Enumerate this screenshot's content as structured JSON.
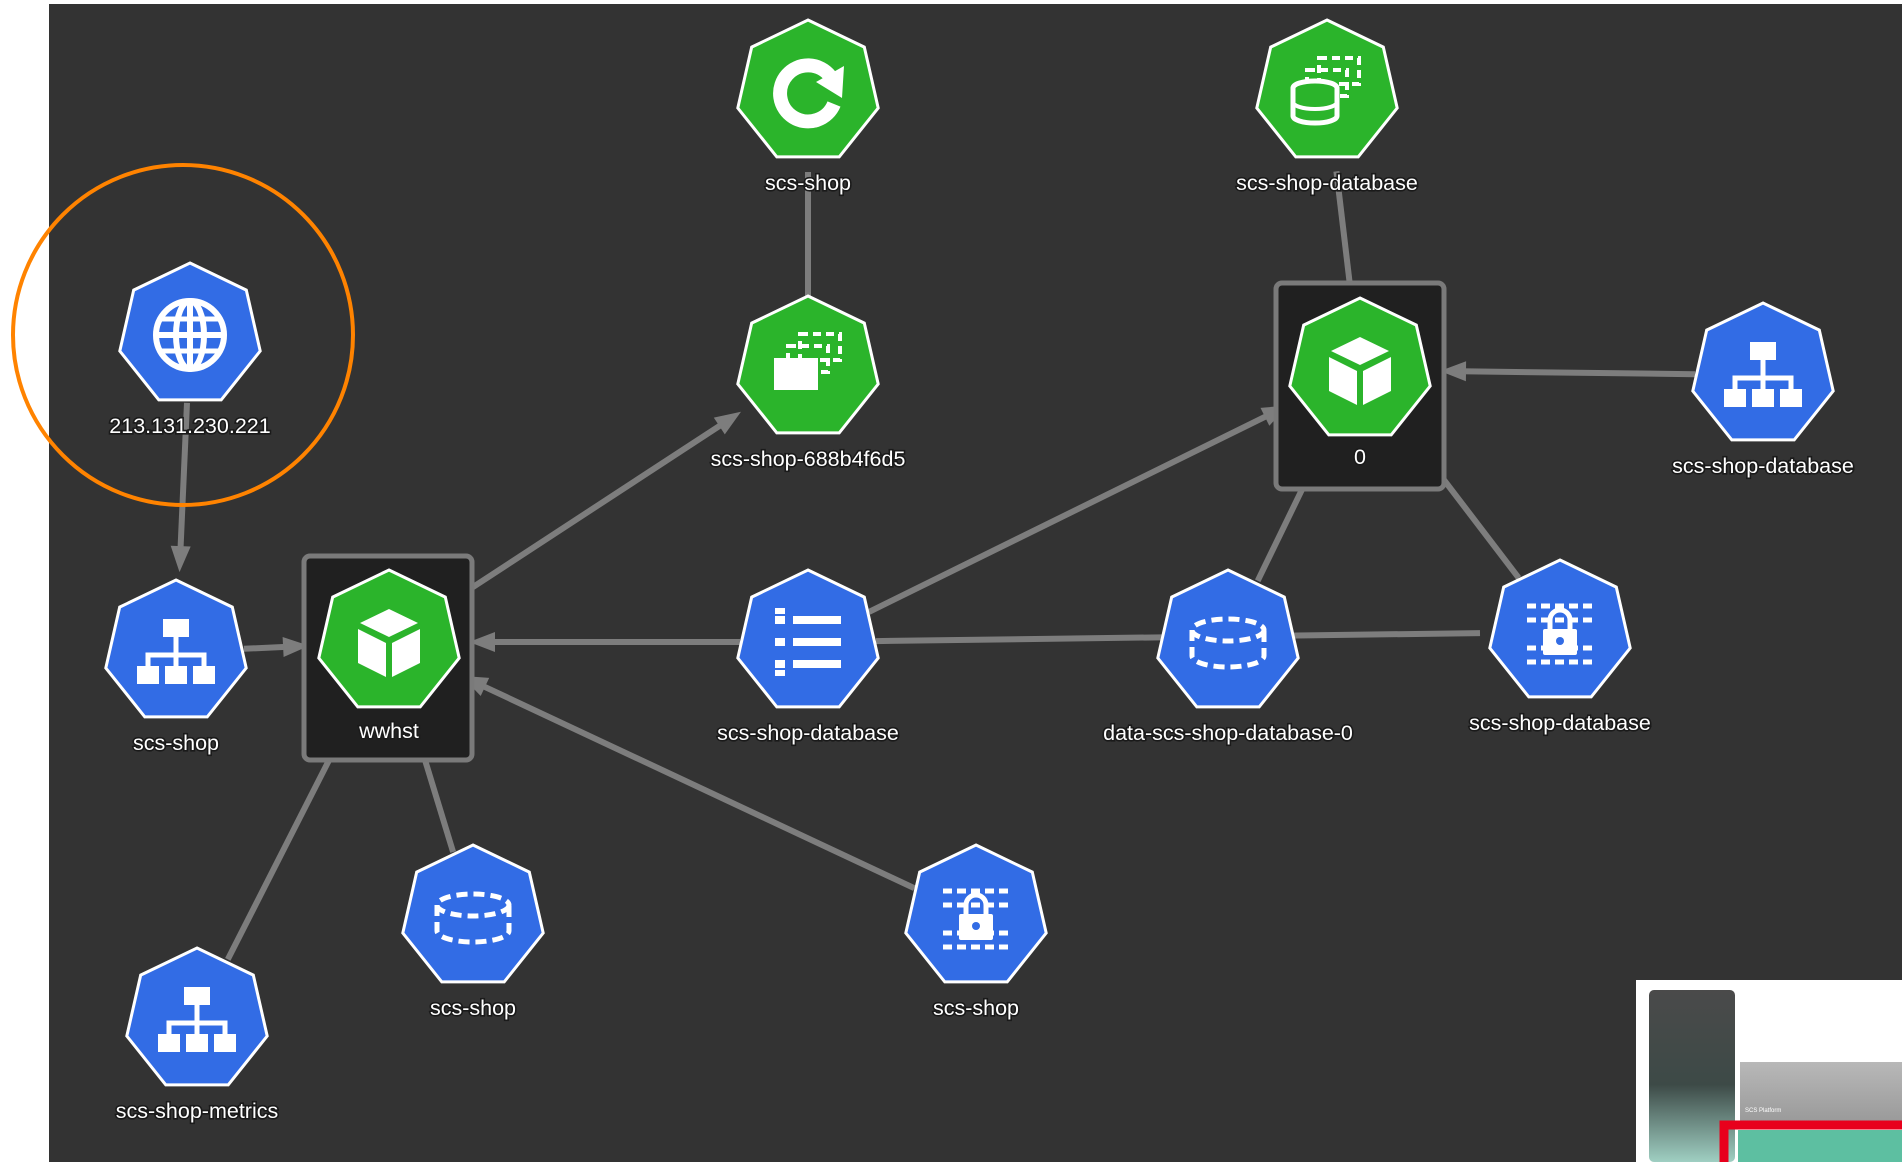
{
  "colors": {
    "canvas_bg": "#333333",
    "edge": "#7d7d7d",
    "node_blue": "#326ce5",
    "node_green": "#2bb42b",
    "group_box_fill": "#202020",
    "group_box_border": "#7a7a7a",
    "highlight_ring": "#ff8300",
    "minimap_focus": "#e8001c"
  },
  "graph": {
    "nodes": [
      {
        "id": "ip",
        "label": "213.131.230.221",
        "kind": "ip",
        "icon": "globe-icon",
        "color": "blue",
        "highlighted": true
      },
      {
        "id": "svc_shop",
        "label": "scs-shop",
        "kind": "service",
        "icon": "service-icon",
        "color": "blue"
      },
      {
        "id": "svc_metrics",
        "label": "scs-shop-metrics",
        "kind": "service",
        "icon": "service-icon",
        "color": "blue"
      },
      {
        "id": "pod_wwhst",
        "label": "wwhst",
        "kind": "pod",
        "icon": "pod-cube-icon",
        "color": "green",
        "boxed": true
      },
      {
        "id": "pvc_shop",
        "label": "scs-shop",
        "kind": "pvc",
        "icon": "volume-claim-icon",
        "color": "blue"
      },
      {
        "id": "secret_shop",
        "label": "scs-shop",
        "kind": "secret",
        "icon": "secret-icon",
        "color": "blue"
      },
      {
        "id": "rs_shop",
        "label": "scs-shop-688b4f6d5",
        "kind": "replicaset",
        "icon": "replicaset-icon",
        "color": "green"
      },
      {
        "id": "deploy_shop",
        "label": "scs-shop",
        "kind": "deployment",
        "icon": "deployment-refresh-icon",
        "color": "green"
      },
      {
        "id": "cm_db",
        "label": "scs-shop-database",
        "kind": "configmap",
        "icon": "configmap-list-icon",
        "color": "blue"
      },
      {
        "id": "pvc_data",
        "label": "data-scs-shop-database-0",
        "kind": "pvc",
        "icon": "volume-claim-icon",
        "color": "blue"
      },
      {
        "id": "secret_db",
        "label": "scs-shop-database",
        "kind": "secret",
        "icon": "secret-icon",
        "color": "blue"
      },
      {
        "id": "pod_0",
        "label": "0",
        "kind": "pod",
        "icon": "pod-cube-icon",
        "color": "green",
        "boxed": true
      },
      {
        "id": "sts_db",
        "label": "scs-shop-database",
        "kind": "statefulset",
        "icon": "statefulset-icon",
        "color": "green"
      },
      {
        "id": "svc_db",
        "label": "scs-shop-database",
        "kind": "service",
        "icon": "service-icon",
        "color": "blue"
      }
    ],
    "edges": [
      {
        "from": "ip",
        "to": "svc_shop",
        "arrow": true
      },
      {
        "from": "svc_shop",
        "to": "pod_wwhst",
        "arrow": true
      },
      {
        "from": "svc_metrics",
        "to": "pod_wwhst",
        "arrow": true
      },
      {
        "from": "pvc_shop",
        "to": "pod_wwhst",
        "arrow": true
      },
      {
        "from": "secret_shop",
        "to": "pod_wwhst",
        "arrow": true
      },
      {
        "from": "cm_db",
        "to": "pod_wwhst",
        "arrow": true
      },
      {
        "from": "pod_wwhst",
        "to": "rs_shop",
        "arrow": true
      },
      {
        "from": "rs_shop",
        "to": "deploy_shop",
        "arrow": false
      },
      {
        "from": "cm_db",
        "to": "pod_0",
        "arrow": true
      },
      {
        "from": "pvc_data",
        "to": "pod_0",
        "arrow": true
      },
      {
        "from": "secret_db",
        "to": "pod_0",
        "arrow": true
      },
      {
        "from": "svc_db",
        "to": "pod_0",
        "arrow": true
      },
      {
        "from": "pod_0",
        "to": "sts_db",
        "arrow": false
      },
      {
        "from": "cm_db",
        "to": "secret_db",
        "arrow": false
      }
    ]
  },
  "minimap": {
    "caption": "SCS Platform"
  }
}
